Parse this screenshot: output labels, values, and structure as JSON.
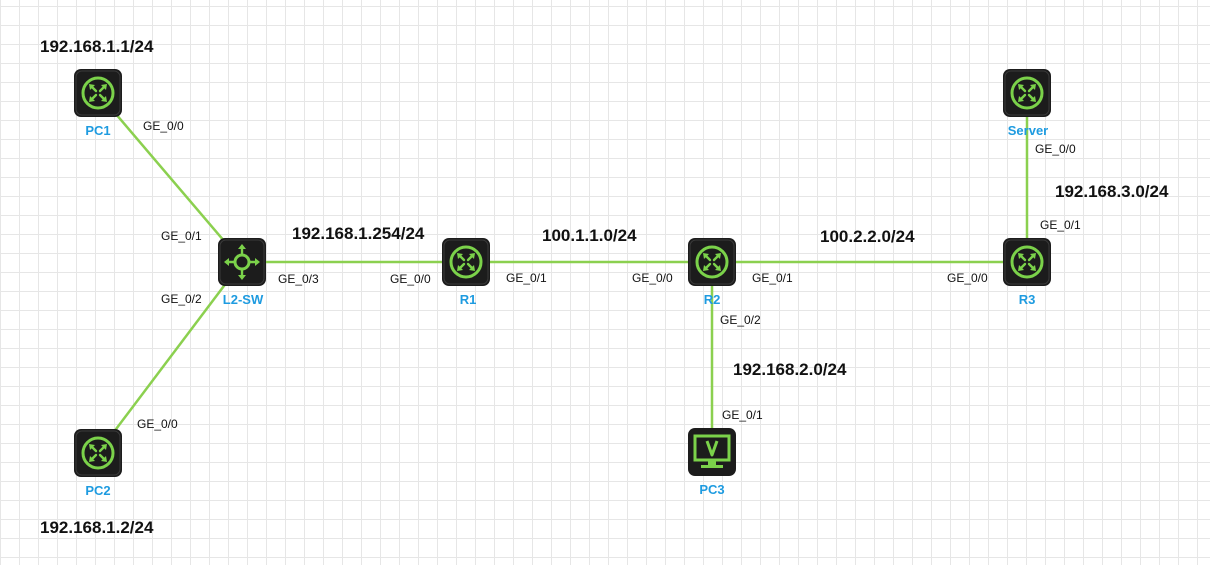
{
  "colors": {
    "link": "#8bd04f",
    "icon_bg": "#1c1c1c",
    "icon_fg": "#7bd24a",
    "label": "#1e9be0"
  },
  "devices": {
    "pc1": {
      "label": "PC1",
      "icon": "router-icon"
    },
    "pc2": {
      "label": "PC2",
      "icon": "router-icon"
    },
    "l2sw": {
      "label": "L2-SW",
      "icon": "switch-icon"
    },
    "r1": {
      "label": "R1",
      "icon": "router-icon"
    },
    "r2": {
      "label": "R2",
      "icon": "router-icon"
    },
    "r3": {
      "label": "R3",
      "icon": "router-icon"
    },
    "server": {
      "label": "Server",
      "icon": "router-icon"
    },
    "pc3": {
      "label": "PC3",
      "icon": "monitor-icon"
    }
  },
  "ports": {
    "pc1_ge00": "GE_0/0",
    "sw_ge01": "GE_0/1",
    "sw_ge02": "GE_0/2",
    "pc2_ge00": "GE_0/0",
    "sw_ge03": "GE_0/3",
    "r1_ge00": "GE_0/0",
    "r1_ge01": "GE_0/1",
    "r2_ge00": "GE_0/0",
    "r2_ge01": "GE_0/1",
    "r2_ge02": "GE_0/2",
    "pc3_ge01": "GE_0/1",
    "r3_ge00": "GE_0/0",
    "r3_ge01": "GE_0/1",
    "server_ge00": "GE_0/0"
  },
  "networks": {
    "pc1_ip": "192.168.1.1/24",
    "pc2_ip": "192.168.1.2/24",
    "lan1_gw": "192.168.1.254/24",
    "r1_r2": "100.1.1.0/24",
    "r2_r3": "100.2.2.0/24",
    "lan2": "192.168.2.0/24",
    "lan3": "192.168.3.0/24"
  }
}
